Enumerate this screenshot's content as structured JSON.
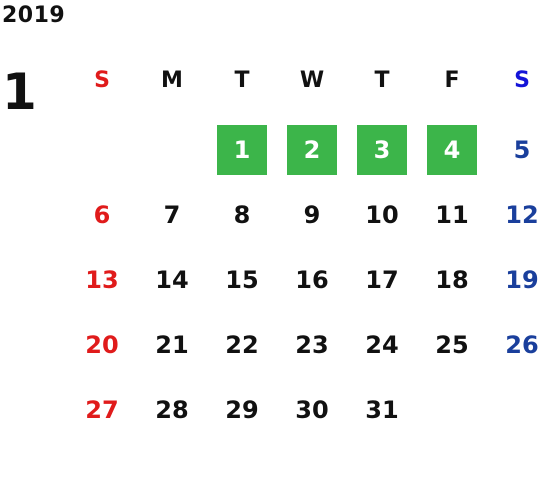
{
  "calendar": {
    "year": "2019",
    "month": "1",
    "weekdays": [
      {
        "label": "S",
        "color": "#e01b1b"
      },
      {
        "label": "M",
        "color": "#111111"
      },
      {
        "label": "T",
        "color": "#111111"
      },
      {
        "label": "W",
        "color": "#111111"
      },
      {
        "label": "T",
        "color": "#111111"
      },
      {
        "label": "F",
        "color": "#111111"
      },
      {
        "label": "S",
        "color": "#1414d8"
      }
    ],
    "first_weekday_index": 2,
    "days": [
      {
        "num": "1",
        "holiday": true
      },
      {
        "num": "2",
        "holiday": true
      },
      {
        "num": "3",
        "holiday": true
      },
      {
        "num": "4",
        "holiday": true
      },
      {
        "num": "5"
      },
      {
        "num": "6"
      },
      {
        "num": "7"
      },
      {
        "num": "8"
      },
      {
        "num": "9"
      },
      {
        "num": "10"
      },
      {
        "num": "11"
      },
      {
        "num": "12"
      },
      {
        "num": "13"
      },
      {
        "num": "14"
      },
      {
        "num": "15"
      },
      {
        "num": "16"
      },
      {
        "num": "17"
      },
      {
        "num": "18"
      },
      {
        "num": "19"
      },
      {
        "num": "20"
      },
      {
        "num": "21"
      },
      {
        "num": "22"
      },
      {
        "num": "23"
      },
      {
        "num": "24"
      },
      {
        "num": "25"
      },
      {
        "num": "26"
      },
      {
        "num": "27"
      },
      {
        "num": "28"
      },
      {
        "num": "29"
      },
      {
        "num": "30"
      },
      {
        "num": "31"
      }
    ],
    "colors": {
      "sunday": "#e01b1b",
      "saturday": "#1a3f9c",
      "weekday": "#111111",
      "holiday_bg": "#3cb54a",
      "holiday_text": "#ffffff"
    }
  }
}
